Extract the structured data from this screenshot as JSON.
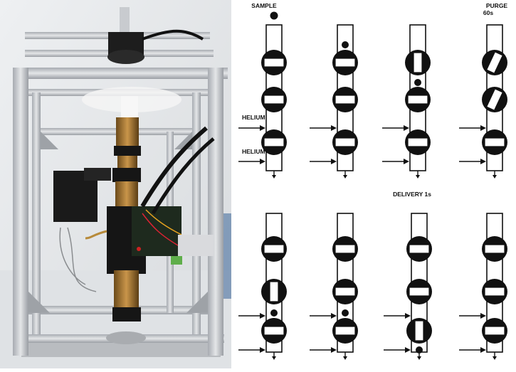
{
  "photo": {
    "description_name": "valve-apparatus-photo"
  },
  "diagram": {
    "labels": {
      "sample": "SAMPLE",
      "purge": "PURGE",
      "purge_time": "60s",
      "helium_1": "HELIUM",
      "helium_2": "HELIUM",
      "delivery": "DELIVERY 1s"
    }
  },
  "colors": {
    "ink": "#111111",
    "frame": "#c9ccd1",
    "wall": "#e8eaec"
  }
}
